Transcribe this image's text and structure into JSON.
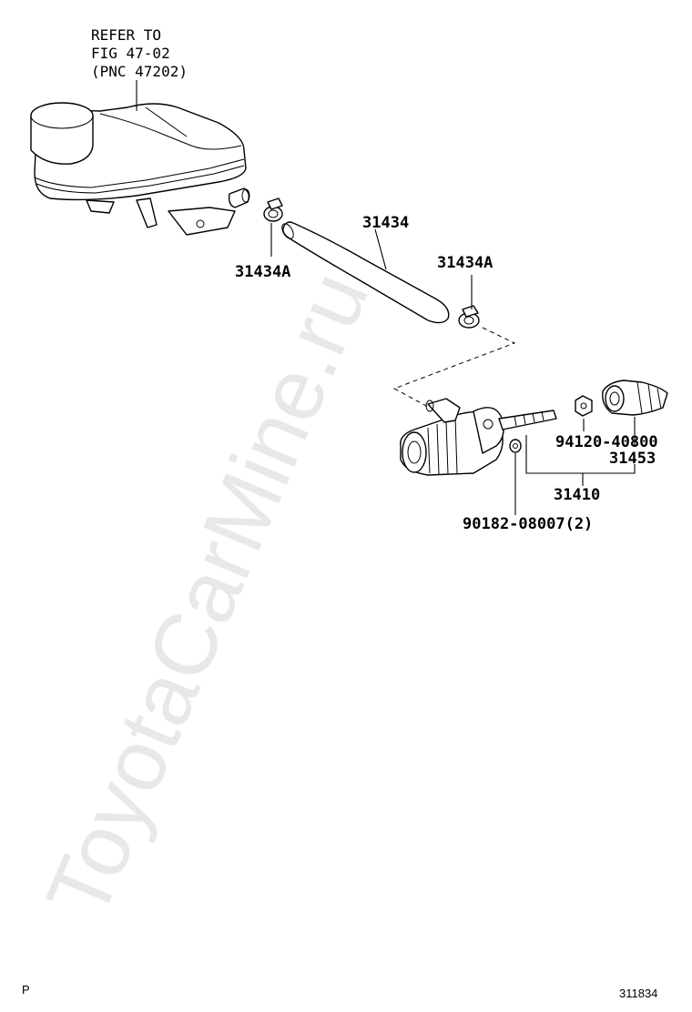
{
  "watermark": "ToyotaCarMine.ru",
  "labels": {
    "refer_line1": "REFER TO",
    "refer_line2": "FIG 47-02",
    "refer_line3": "(PNC 47202)",
    "hose": "31434",
    "clamp_left": "31434A",
    "clamp_right": "31434A",
    "nut": "94120-40800",
    "boot": "31453",
    "cylinder": "31410",
    "bolt": "90182-08007(2)"
  },
  "footer": {
    "left_code": "P",
    "figure_number": "311834"
  }
}
